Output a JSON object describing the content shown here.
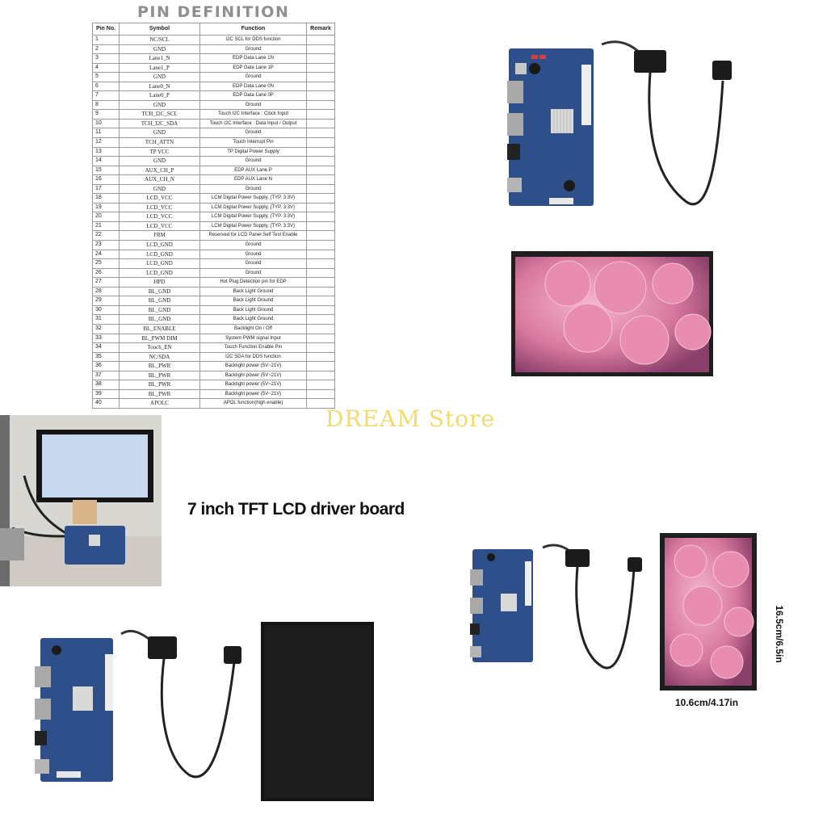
{
  "pin_definition": {
    "title": "PIN DEFINITION",
    "headers": [
      "Pin No.",
      "Symbol",
      "Function",
      "Remark"
    ],
    "rows": [
      [
        "1",
        "NC/SCL",
        "I2C SCL for DDS function",
        ""
      ],
      [
        "2",
        "GND",
        "Ground",
        ""
      ],
      [
        "3",
        "Lane1_N",
        "EDP Data Lane 1N",
        ""
      ],
      [
        "4",
        "Lane1_P",
        "EDP Data Lane 1P",
        ""
      ],
      [
        "5",
        "GND",
        "Ground",
        ""
      ],
      [
        "6",
        "Lane0_N",
        "EDP Data Lane 0N",
        ""
      ],
      [
        "7",
        "Lane0_P",
        "EDP Data Lane 0P",
        ""
      ],
      [
        "8",
        "GND",
        "Ground",
        ""
      ],
      [
        "9",
        "TCH_I2C_SCL",
        "Touch I2C Interface : Clock Input",
        ""
      ],
      [
        "10",
        "TCH_I2C_SDA",
        "Touch I2C Interface : Data Input / Output",
        ""
      ],
      [
        "11",
        "GND",
        "Ground",
        ""
      ],
      [
        "12",
        "TCH_ATTN",
        "Touch Interrupt Pin",
        ""
      ],
      [
        "13",
        "TP VCC",
        "TP Digital Power Supply",
        ""
      ],
      [
        "14",
        "GND",
        "Ground",
        ""
      ],
      [
        "15",
        "AUX_CH_P",
        "EDP AUX Lane P",
        ""
      ],
      [
        "16",
        "AUX_CH_N",
        "EDP AUX Lane N",
        ""
      ],
      [
        "17",
        "GND",
        "Ground",
        ""
      ],
      [
        "18",
        "LCD_VCC",
        "LCM Digital Power Supply, (TYP. 3.3V)",
        ""
      ],
      [
        "19",
        "LCD_VCC",
        "LCM Digital Power Supply, (TYP. 3.3V)",
        ""
      ],
      [
        "20",
        "LCD_VCC",
        "LCM Digital Power Supply, (TYP. 3.3V)",
        ""
      ],
      [
        "21",
        "LCD_VCC",
        "LCM Digital Power Supply, (TYP. 3.3V)",
        ""
      ],
      [
        "22",
        "FRM",
        "Reserved for LCD Panel Self Test Enable",
        ""
      ],
      [
        "23",
        "LCD_GND",
        "Ground",
        ""
      ],
      [
        "24",
        "LCD_GND",
        "Ground",
        ""
      ],
      [
        "25",
        "LCD_GND",
        "Ground",
        ""
      ],
      [
        "26",
        "LCD_GND",
        "Ground",
        ""
      ],
      [
        "27",
        "HPD",
        "Hot Plug Detection pin for EDP",
        ""
      ],
      [
        "28",
        "BL_GND",
        "Back Light Ground",
        ""
      ],
      [
        "29",
        "BL_GND",
        "Back Light Ground",
        ""
      ],
      [
        "30",
        "BL_GND",
        "Back Light Ground",
        ""
      ],
      [
        "31",
        "BL_GND",
        "Back Light Ground",
        ""
      ],
      [
        "32",
        "BL_ENABLE",
        "Backlight On / Off",
        ""
      ],
      [
        "33",
        "BL_PWM DIM",
        "System PWM signal Input",
        ""
      ],
      [
        "34",
        "Touch_EN",
        "Touch Function Enable Pin",
        ""
      ],
      [
        "35",
        "NC/SDA",
        "I2C SDA for DDS function",
        ""
      ],
      [
        "36",
        "BL_PWR",
        "Backlight power (5V~21V)",
        ""
      ],
      [
        "37",
        "BL_PWR",
        "Backlight power (5V~21V)",
        ""
      ],
      [
        "38",
        "BL_PWR",
        "Backlight power (5V~21V)",
        ""
      ],
      [
        "39",
        "BL_PWR",
        "Backlight power (5V~21V)",
        ""
      ],
      [
        "40",
        "APOLC",
        "APOL function(high enable)",
        ""
      ]
    ]
  },
  "watermark": "DREAM Store",
  "caption": "7 inch TFT LCD driver board",
  "dimensions": {
    "height": "16.5cm/6.5in",
    "width": "10.6cm/4.17in"
  },
  "colors": {
    "pcb_blue": "#2f4f8a",
    "screen_pink": "#d97aa0",
    "watermark_yellow": "#f0dc6b"
  }
}
